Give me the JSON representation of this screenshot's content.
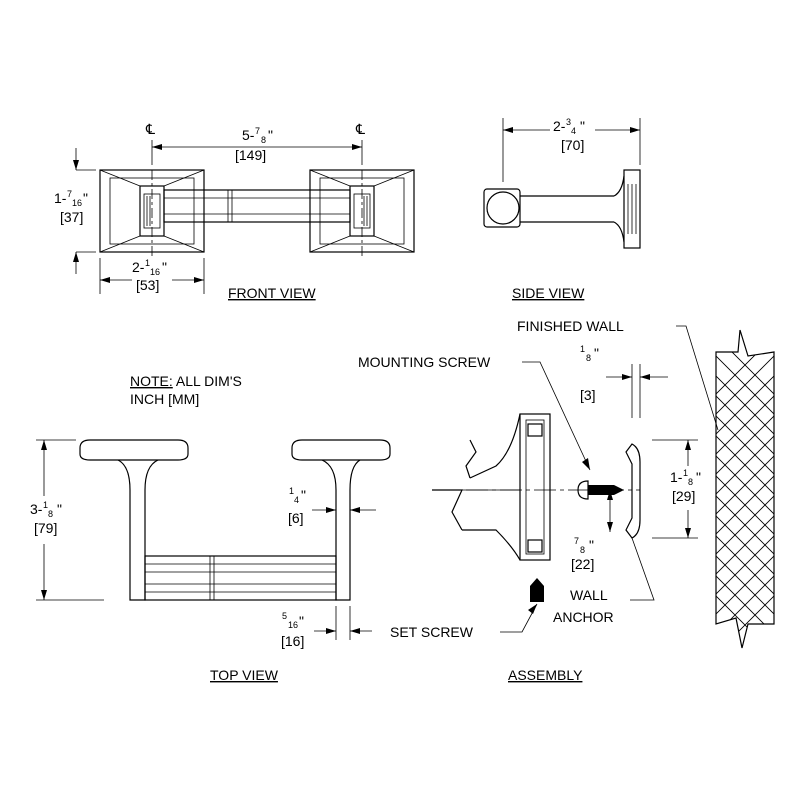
{
  "views": {
    "front": "FRONT VIEW",
    "side": "SIDE VIEW",
    "top": "TOP  VIEW",
    "assembly": "ASSEMBLY"
  },
  "note": {
    "label": "NOTE:",
    "line1_rest": " ALL DIM'S",
    "line2": "INCH [MM]"
  },
  "labels": {
    "finished_wall": "FINISHED WALL",
    "mounting_screw": "MOUNTING SCREW",
    "set_screw": "SET SCREW",
    "wall_anchor_1": "WALL",
    "wall_anchor_2": "ANCHOR",
    "centerline_symbol": "℄"
  },
  "dimensions": {
    "front_width": {
      "whole": "5-",
      "num": "7",
      "den": "8",
      "unit": "\"",
      "mm": "[149]"
    },
    "front_height": {
      "whole": "1-",
      "num": "7",
      "den": "16",
      "unit": "\"",
      "mm": "[37]"
    },
    "front_plate": {
      "whole": "2-",
      "num": "1",
      "den": "16",
      "unit": "\"",
      "mm": "[53]"
    },
    "side_depth": {
      "whole": "2-",
      "num": "3",
      "den": "4",
      "unit": "\"",
      "mm": "[70]"
    },
    "top_depth": {
      "whole": "3-",
      "num": "1",
      "den": "8",
      "unit": "\"",
      "mm": "[79]"
    },
    "top_gap": {
      "whole": "",
      "num": "1",
      "den": "4",
      "unit": "\"",
      "mm": "[6]"
    },
    "top_setscrew": {
      "whole": "",
      "num": "5",
      "den": "16",
      "unit": "\"",
      "mm": "[16]"
    },
    "assembly_offset": {
      "whole": "",
      "num": "1",
      "den": "8",
      "unit": "\"",
      "mm": "[3]"
    },
    "assembly_anchor": {
      "whole": "1-",
      "num": "1",
      "den": "8",
      "unit": "\"",
      "mm": "[29]"
    },
    "assembly_screw": {
      "whole": "",
      "num": "7",
      "den": "8",
      "unit": "\"",
      "mm": "[22]"
    }
  }
}
